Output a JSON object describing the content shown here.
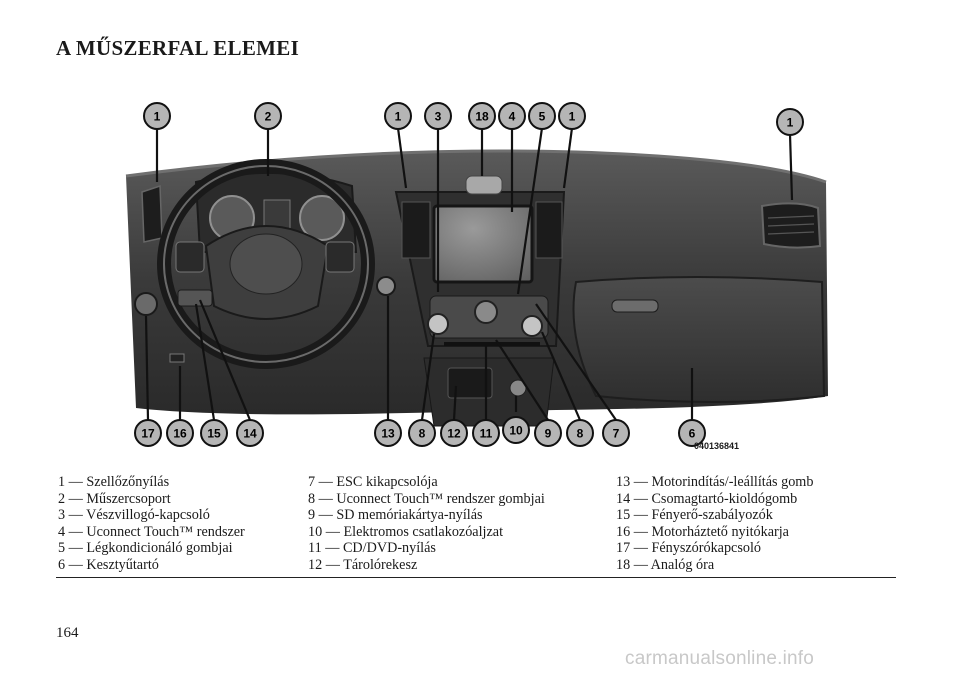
{
  "title": "A MŰSZERFAL ELEMEI",
  "figure_code": "040136841",
  "callouts_top": [
    "1",
    "2",
    "1",
    "3",
    "18",
    "4",
    "5",
    "1",
    "1"
  ],
  "callouts_bottom": [
    "17",
    "16",
    "15",
    "14",
    "13",
    "8",
    "12",
    "11",
    "10",
    "9",
    "8",
    "7",
    "6"
  ],
  "legend": {
    "col1": [
      "1 — Szellőzőnyílás",
      "2 — Műszercsoport",
      "3 — Vészvillogó-kapcsoló",
      "4 — Uconnect Touch™ rendszer",
      "5 — Légkondicionáló gombjai",
      "6 — Kesztyűtartó"
    ],
    "col2": [
      "7 — ESC kikapcsolója",
      "8 — Uconnect Touch™ rendszer gombjai",
      "9 — SD memóriakártya-nyílás",
      "10 — Elektromos csatlakozóaljzat",
      "11 — CD/DVD-nyílás",
      "12 — Tárolórekesz"
    ],
    "col3": [
      "13 — Motorindítás/-leállítás gomb",
      "14 — Csomagtartó-kioldógomb",
      "15 — Fényerő-szabályozók",
      "16 — Motorháztető nyitókarja",
      "17 — Fényszórókapcsoló",
      "18 — Analóg óra"
    ]
  },
  "page_number": "164",
  "watermark": "carmanualsonline.info",
  "colors": {
    "dash": "#3d3d3d",
    "dash_dark": "#262626",
    "callout_fill": "#b5b5b5",
    "text": "#1a1a1a"
  }
}
